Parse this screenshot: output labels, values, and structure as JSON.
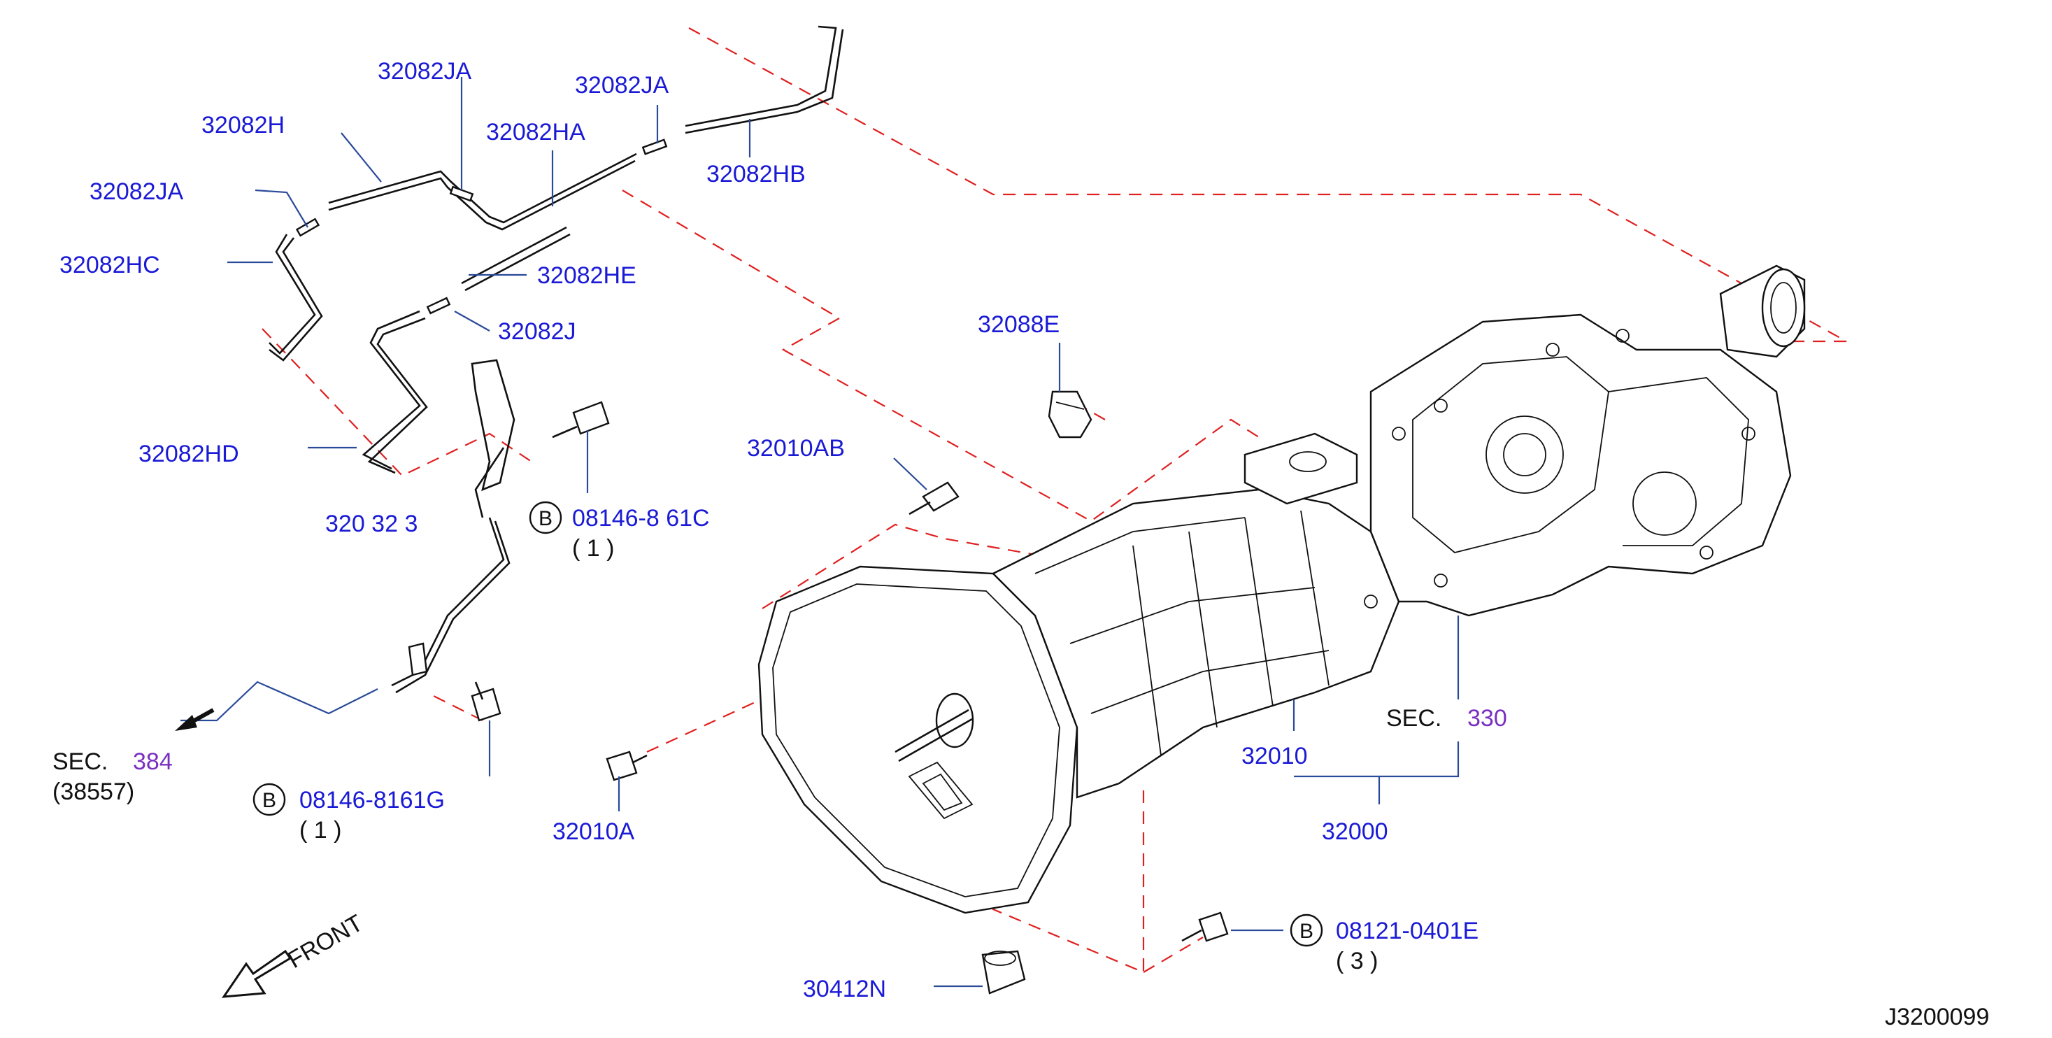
{
  "diagram_id": "J3200099",
  "front_label": "FRONT",
  "bolt_prefix": "B",
  "sections": [
    {
      "prefix": "SEC.",
      "number": "384",
      "sub": "(38557)"
    },
    {
      "prefix": "SEC.",
      "number": "330"
    }
  ],
  "parts": {
    "p32082JA_1": "32082JA",
    "p32082JA_2": "32082JA",
    "p32082JA_3": "32082JA",
    "p32082H": "32082H",
    "p32082HA": "32082HA",
    "p32082HB": "32082HB",
    "p32082HC": "32082HC",
    "p32082HE": "32082HE",
    "p32082J": "32082J",
    "p32082HD": "32082HD",
    "p32088E": "32088E",
    "p32010AB": "32010AB",
    "p32010A": "32010A",
    "p32010": "32010",
    "p32000": "32000",
    "p30412N": "30412N",
    "partial_label": "320 32 3"
  },
  "bolts": [
    {
      "part": "08146-8 61C",
      "qty": "( 1 )"
    },
    {
      "part": "08146-8161G",
      "qty": "( 1 )"
    },
    {
      "part": "08121-0401E",
      "qty": "( 3 )"
    }
  ],
  "colors": {
    "label": "#1a1ad6",
    "dash": "#e02020",
    "leader": "#2a4a9a",
    "section_number": "#7a2fc0"
  }
}
